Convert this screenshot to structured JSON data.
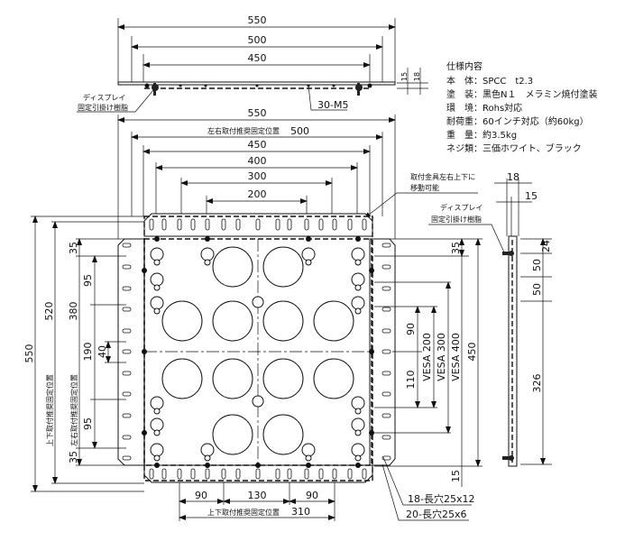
{
  "top_view": {
    "dims": [
      "550",
      "500",
      "450"
    ],
    "thickness": [
      "15",
      "18"
    ],
    "screw_label": "30-M5",
    "hook_label": [
      "ディスプレイ",
      "固定引掛け樹脂"
    ]
  },
  "specs": {
    "title": "仕様内容",
    "lines": [
      "本　体：SPCC　t2.3",
      "塗　装：黒色N１　メラミン焼付塗装",
      "環　境：Rohs対応",
      "耐荷重：60インチ対応（約60kg）",
      "重　量：約3.5kg",
      "ネジ類：三価ホワイト、ブラック"
    ]
  },
  "front_view": {
    "top_dims": {
      "d550": "550",
      "lr_label": "左右取付推奨固定位置",
      "d500": "500",
      "d450": "450",
      "d400": "400",
      "d300": "300",
      "d200": "200"
    },
    "move_note": [
      "取付金具左右上下に",
      "移動可能"
    ],
    "left_dims": {
      "d550": "550",
      "ud_label": "上下取付推奨固定位置",
      "d520": "520",
      "lr_label": "左右取付推奨固定位置",
      "d380": "380",
      "d35a": "35",
      "d95a": "95",
      "d190": "190",
      "d40": "40",
      "d95b": "95",
      "d35b": "35"
    },
    "right_dims": {
      "d35": "35",
      "d90": "90",
      "d110": "110",
      "vesa200": "VESA 200",
      "vesa300": "VESA 300",
      "vesa400": "VESA 400",
      "d450": "450",
      "d15": "15"
    },
    "bottom_dims": {
      "d90a": "90",
      "d130": "130",
      "d90b": "90",
      "ud_label": "上下取付推奨固定位置",
      "d310": "310"
    },
    "slot_labels": [
      "18-長穴25x12",
      "20-長穴25x6"
    ]
  },
  "side_view": {
    "d18": "18",
    "d15": "15",
    "hook_label": [
      "ディスプレイ",
      "固定引掛け樹脂"
    ],
    "d24": "24",
    "d50a": "50",
    "d50b": "50",
    "d326": "326"
  }
}
